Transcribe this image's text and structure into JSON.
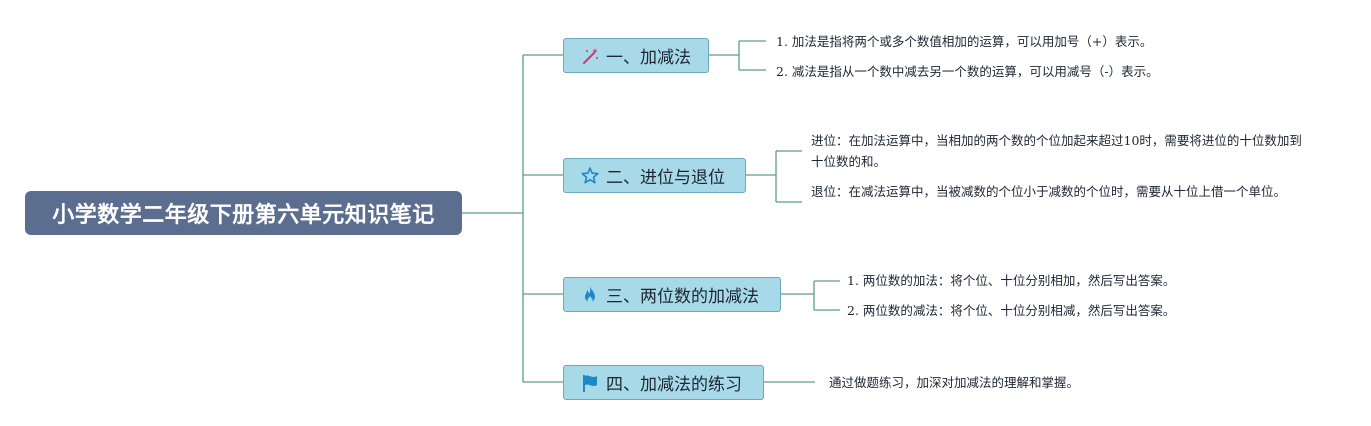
{
  "root": {
    "title": "小学数学二年级下册第六单元知识笔记"
  },
  "branches": [
    {
      "label": "一、加减法",
      "icon": "magic-wand-icon",
      "leaves": [
        "1. 加法是指将两个或多个数值相加的运算，可以用加号（+）表示。",
        "2. 减法是指从一个数中减去另一个数的运算，可以用减号（-）表示。"
      ]
    },
    {
      "label": "二、进位与退位",
      "icon": "star-icon",
      "leaves": [
        "进位：在加法运算中，当相加的两个数的个位加起来超过10时，需要将进位的十位数加到十位数的和。",
        "退位：在减法运算中，当被减数的个位小于减数的个位时，需要从十位上借一个单位。"
      ]
    },
    {
      "label": "三、两位数的加减法",
      "icon": "flame-icon",
      "leaves": [
        "1. 两位数的加法：将个位、十位分别相加，然后写出答案。",
        "2. 两位数的减法：将个位、十位分别相减，然后写出答案。"
      ]
    },
    {
      "label": "四、加减法的练习",
      "icon": "flag-icon",
      "leaves": [
        "通过做题练习，加深对加减法的理解和掌握。"
      ]
    }
  ],
  "colors": {
    "root_bg": "#5b6e8f",
    "branch_bg": "#a8d9e8",
    "branch_border": "#6ba9bf",
    "connector": "#5a9e8c",
    "wand": "#d6336c",
    "star": "#1e88c9",
    "flame": "#1e88c9",
    "flag": "#1e88c9"
  }
}
